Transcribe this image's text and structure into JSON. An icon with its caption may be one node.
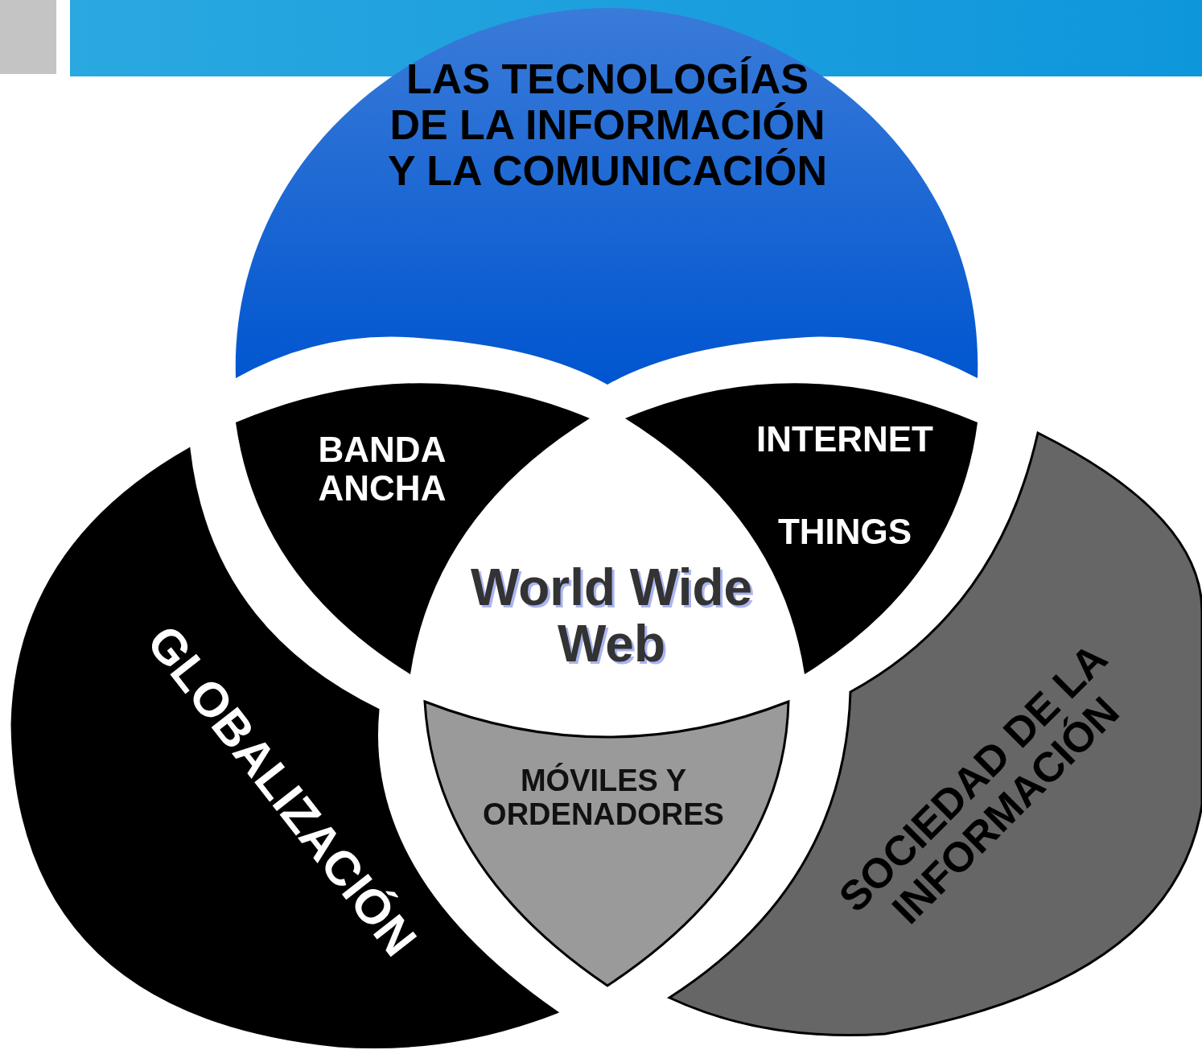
{
  "diagram": {
    "nodes": [
      {
        "text": [
          "LAS TECNOLOGÍAS DE LA INFORMACIÓN Y LA COMUNICACIÓN"
        ]
      },
      {
        "text": [
          "BANDA ANCHA"
        ]
      },
      {
        "text": [
          "INTERNET",
          "THINGS"
        ]
      },
      {
        "text": [
          "GLOBALIZACIÓN"
        ]
      },
      {
        "text": [
          "World Wide Web"
        ]
      },
      {
        "text": [
          "SOCIEDAD DE LA INFORMACIÓN"
        ]
      },
      {
        "text": [
          "MÓVILES Y ORDENADORES"
        ]
      }
    ]
  }
}
